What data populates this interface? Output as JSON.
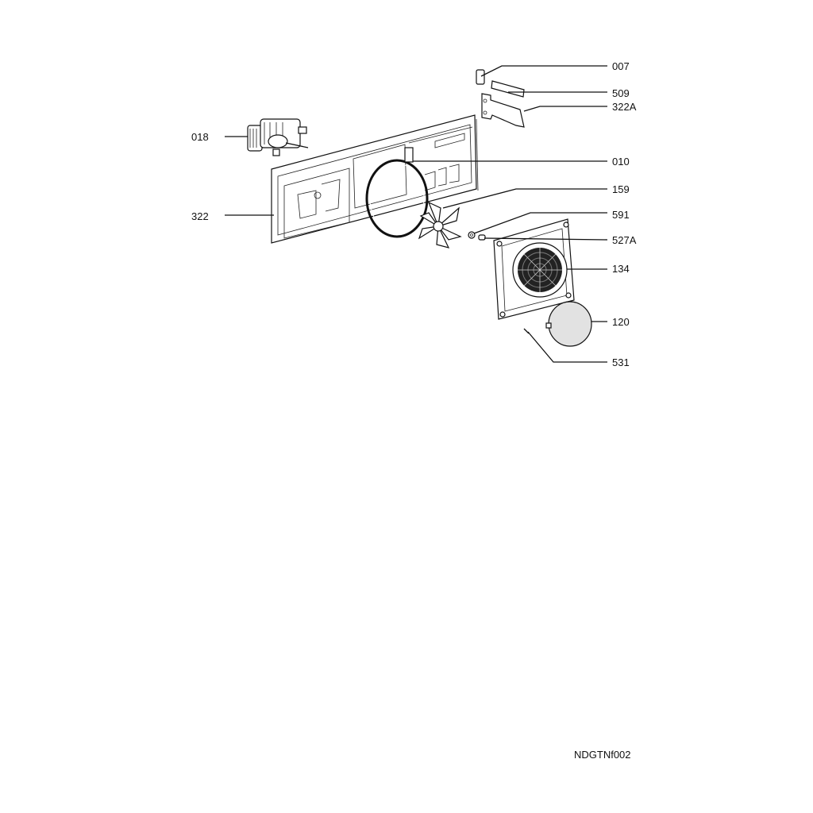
{
  "diagram": {
    "parts": [
      {
        "id": "007"
      },
      {
        "id": "509"
      },
      {
        "id": "322A"
      },
      {
        "id": "018"
      },
      {
        "id": "010"
      },
      {
        "id": "159"
      },
      {
        "id": "322"
      },
      {
        "id": "591"
      },
      {
        "id": "527A"
      },
      {
        "id": "134"
      },
      {
        "id": "120"
      },
      {
        "id": "531"
      }
    ],
    "drawing_code": "NDGTNf002"
  }
}
